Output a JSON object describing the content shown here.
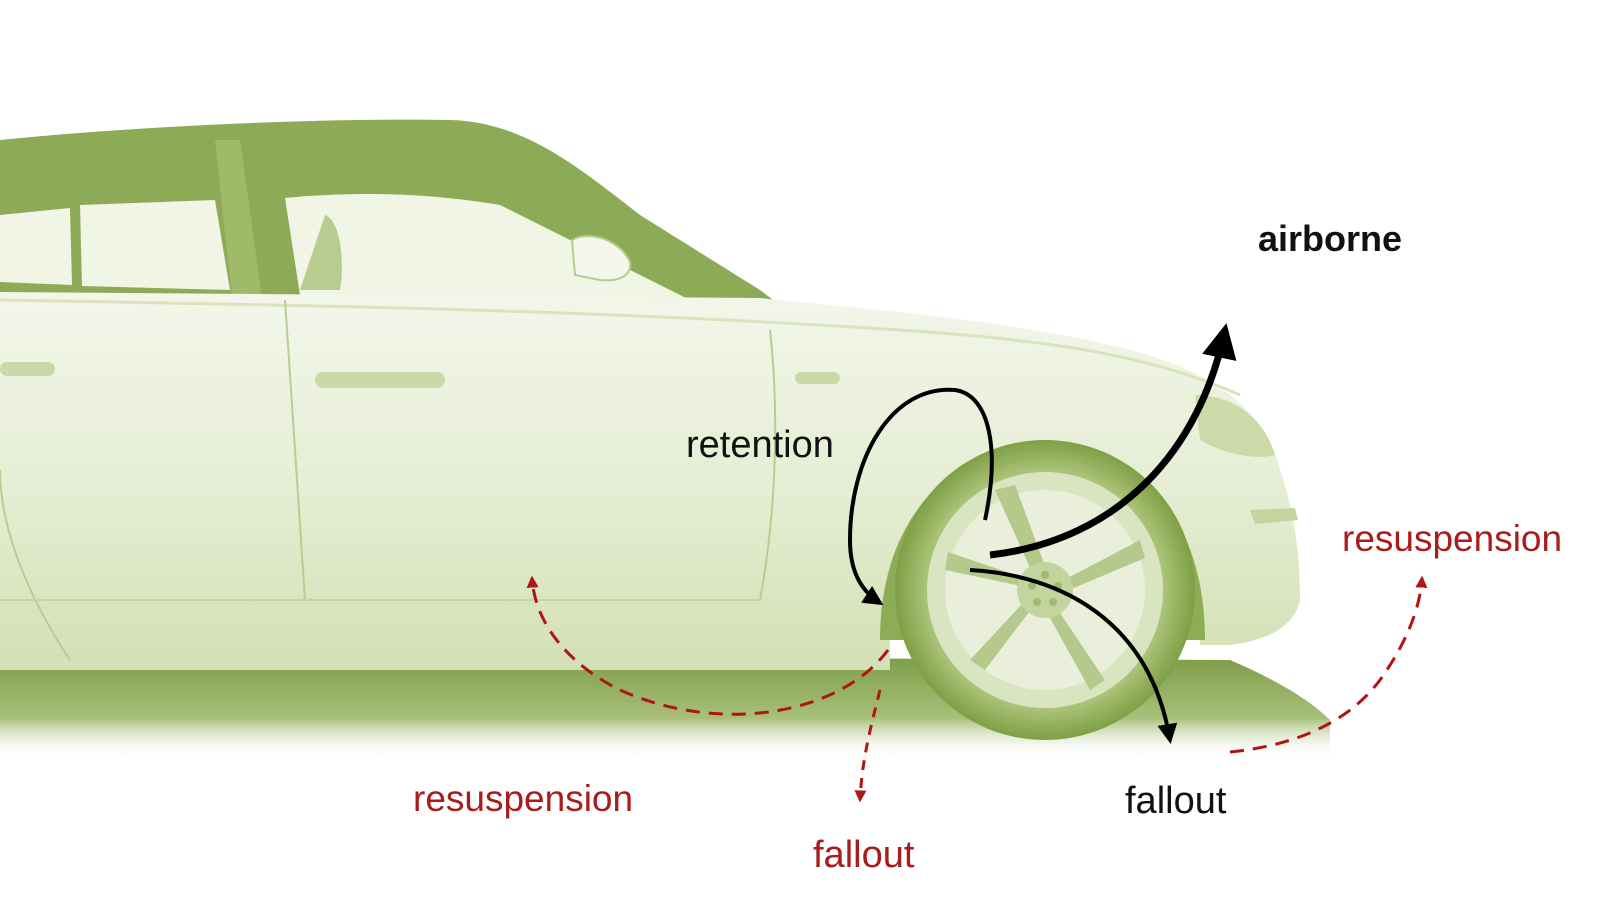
{
  "labels": {
    "airborne": "airborne",
    "retention": "retention",
    "resuspension_left": "resuspension",
    "resuspension_right": "resuspension",
    "fallout_black": "fallout",
    "fallout_red": "fallout"
  },
  "colors": {
    "car_body": "#e4ebd0",
    "car_shade": "#8fad57",
    "car_dark": "#6f9337",
    "ground_shadow": "#7fa04a",
    "arrow_black": "#000000",
    "arrow_red": "#b01515",
    "text_red": "#a81c1c"
  },
  "image": {
    "subject": "car-side-view",
    "icon": "car-illustration"
  }
}
